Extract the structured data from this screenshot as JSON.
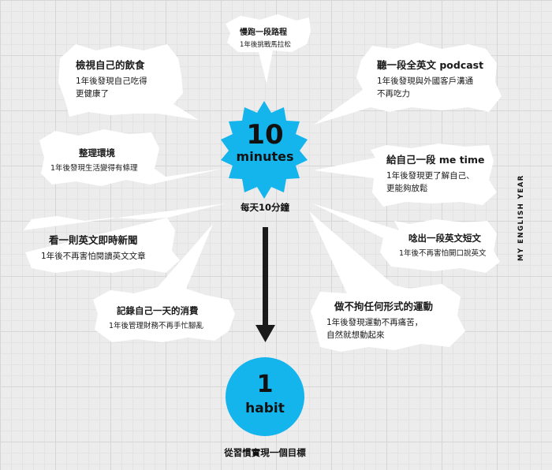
{
  "top_badge": {
    "number": "10",
    "unit": "minutes",
    "caption": "每天10分鐘",
    "color": "#14b4ec"
  },
  "bottom_badge": {
    "number": "1",
    "unit": "habit",
    "caption": "從習慣實現一個目標",
    "color": "#14b4ec"
  },
  "side_label": "MY ENGLISH YEAR",
  "bubbles": [
    {
      "id": "jog",
      "title": "慢跑一段路程",
      "desc": "1年後挑戰馬拉松"
    },
    {
      "id": "diet",
      "title": "檢視自己的飲食",
      "desc_lines": [
        "1年後發現自己吃得",
        "更健康了"
      ]
    },
    {
      "id": "podcast",
      "title": "聽一段全英文 podcast",
      "desc_lines": [
        "1年後發現與外國客戶溝通",
        "不再吃力"
      ]
    },
    {
      "id": "tidy",
      "title": "整理環境",
      "desc": "1年後發現生活變得有條理"
    },
    {
      "id": "metime",
      "title": "給自己一段 me time",
      "desc_lines": [
        "1年後發現更了解自己、",
        "更能夠放鬆"
      ]
    },
    {
      "id": "news",
      "title": "看一則英文即時新聞",
      "desc": "1年後不再害怕閱讀英文文章"
    },
    {
      "id": "speak",
      "title": "唸出一段英文短文",
      "desc": "1年後不再害怕開口說英文"
    },
    {
      "id": "spend",
      "title": "記錄自己一天的消費",
      "desc": "1年後管理財務不再手忙腳亂"
    },
    {
      "id": "exercise",
      "title": "做不拘任何形式的運動",
      "desc_lines": [
        "1年後發現運動不再痛苦，",
        "自然就想動起來"
      ]
    }
  ]
}
